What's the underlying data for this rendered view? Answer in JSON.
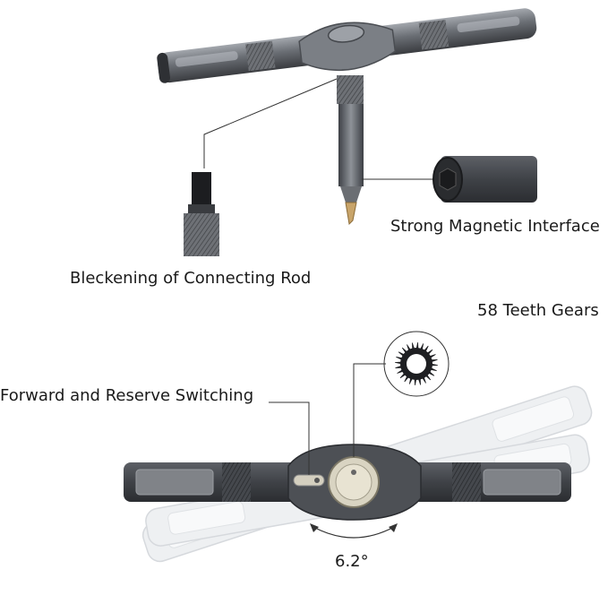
{
  "labels": {
    "magnetic": "Strong Magnetic Interface",
    "blackening": "Bleckening of Connecting Rod",
    "gears": "58 Teeth Gears",
    "switching": "Forward and Reserve Switching",
    "angle": "6.2°"
  },
  "colors": {
    "body_dark": "#4a4d52",
    "body_mid": "#6c7076",
    "body_light": "#9ea2a8",
    "knurl": "#7a7d82",
    "ghost": "#e6e8eb",
    "line": "#333333",
    "tip_gold": "#c8a46a"
  }
}
